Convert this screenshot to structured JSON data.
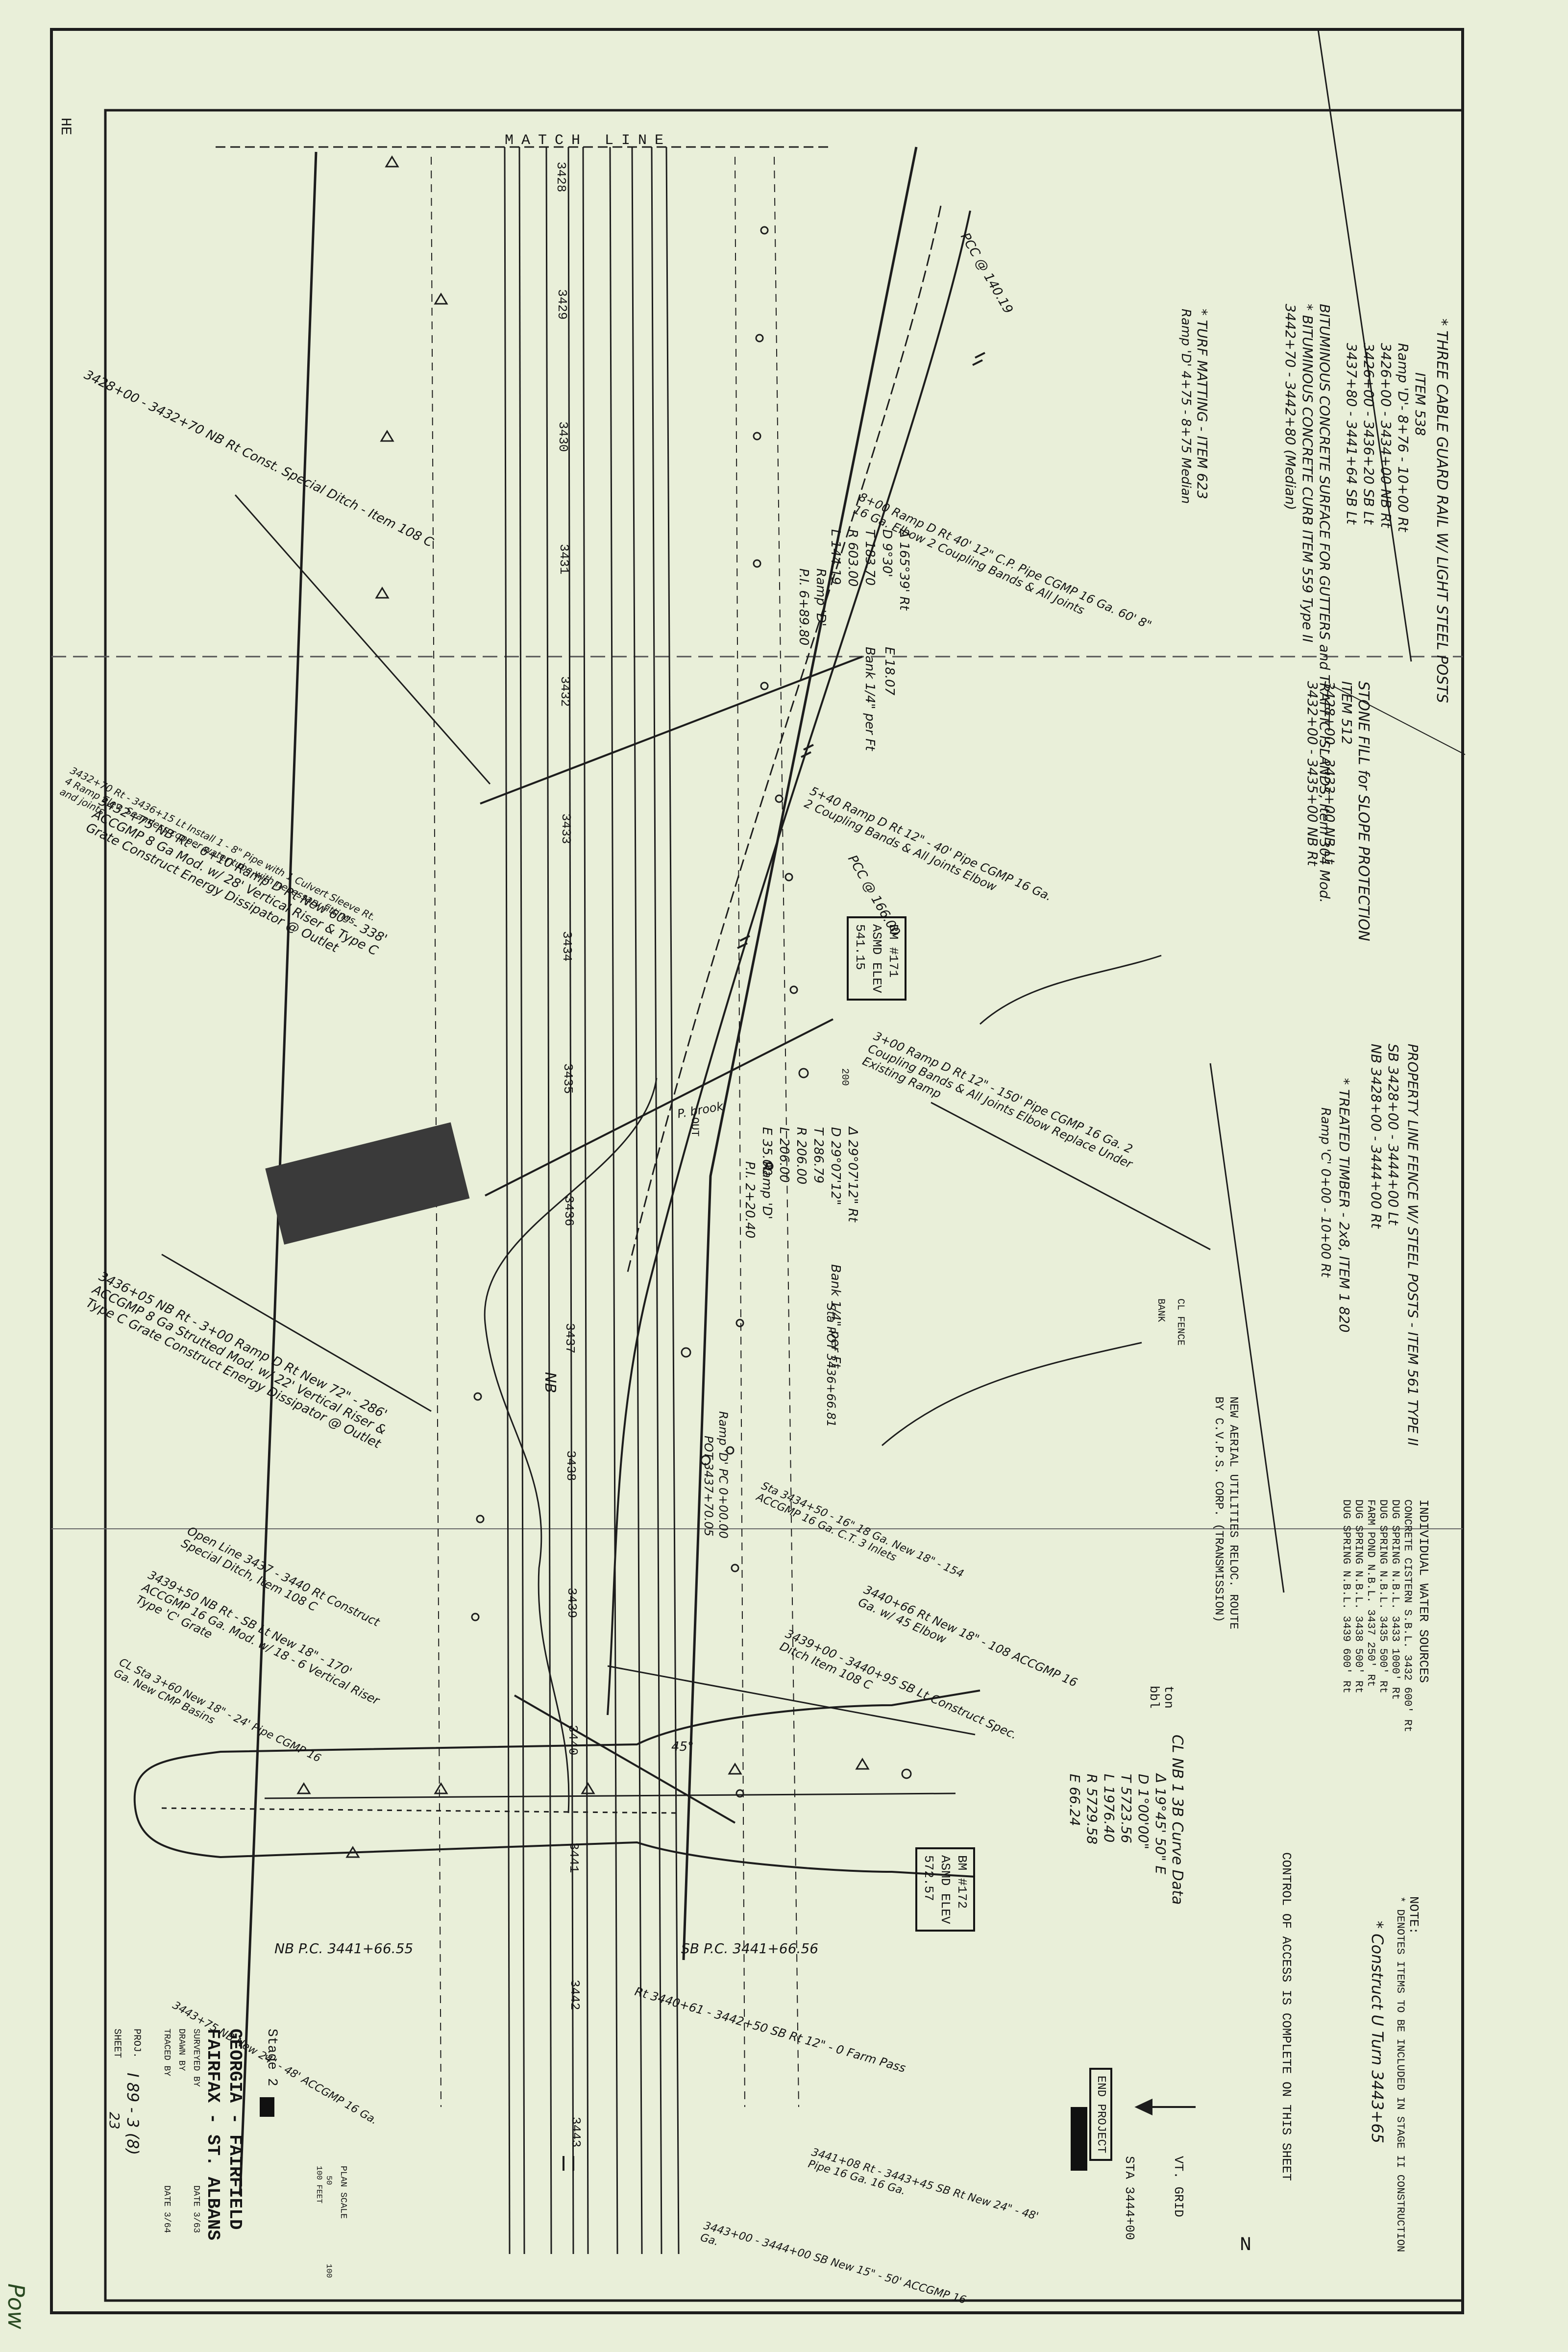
{
  "doc": {
    "match_line": "MATCH LINE",
    "notes_heading": "NOTE:",
    "notes_line": "* DENOTES ITEMS TO BE INCLUDED IN STAGE II CONSTRUCTION",
    "control_access": "CONTROL OF ACCESS IS COMPLETE ON THIS SHEET",
    "grid_label": "VT. GRID",
    "north_label": "N",
    "end_project": "END PROJECT",
    "end_station": "STA 3444+00",
    "u_turn": "* Construct U Turn 3443+65",
    "sheet_mark": "HE"
  },
  "stations": [
    "3428",
    "3429",
    "3430",
    "3431",
    "3432",
    "3433",
    "3434",
    "3435",
    "3436",
    "3437",
    "3438",
    "3439",
    "3440",
    "3441",
    "3442",
    "3443"
  ],
  "notes_blocks": [
    {
      "title": "* THREE CABLE GUARD RAIL W/ LIGHT STEEL POSTS",
      "lines": [
        "ITEM 538",
        "Ramp 'D'- 8+76 - 10+00 Rt",
        "3426+00 - 3434+00 NB Rt",
        "3426+00 - 3436+20 SB Lt",
        "3437+80 - 3441+64 SB Lt"
      ]
    },
    {
      "title": "BITUMINOUS CONCRETE SURFACE FOR GUTTERS and TRAFFIC ISLANDS, Item 304 Mod.",
      "lines": [
        "* BITUMINOUS CONCRETE CURB ITEM 559 Type II",
        "3442+70 - 3442+80 (Median)"
      ]
    },
    {
      "title": "* TURF MATTING - ITEM 623",
      "lines": [
        "Ramp 'D' 4+75 - 8+75 Median"
      ]
    },
    {
      "title": "STONE FILL for SLOPE PROTECTION",
      "lines": [
        "ITEM 512",
        "3428+00 - 3433+00 NB Lt",
        "3432+00 - 3435+00 NB Rt"
      ]
    },
    {
      "title": "PROPERTY LINE FENCE W/ STEEL POSTS - ITEM 561 TYPE II",
      "lines": [
        "SB 3428+00 - 3444+00 Lt",
        "NB 3428+00 - 3444+00 Rt"
      ]
    },
    {
      "title": "* TREATED TIMBER - 2x8, ITEM 1 820",
      "lines": [
        "Ramp 'C' 0+00 - 10+00 Rt"
      ]
    },
    {
      "title": "INDIVIDUAL WATER SOURCES",
      "lines": [
        "CONCRETE CISTERN S.B.L. 3432 600' Rt",
        "DUG SPRING N.B.L. 3433 1000' Rt",
        "DUG SPRING N.B.L. 3435 500' Rt",
        "FARM POND N.B.L. 3437 250' Rt",
        "DUG SPRING N.B.L. 3438 500' Rt",
        "DUG SPRING N.B.L. 3439 600' Rt"
      ]
    },
    {
      "title": "NEW AERIAL UTILITIES RELOC. ROUTE",
      "lines": [
        "BY C.V.P.S. CORP. (TRANSMISSION)"
      ]
    }
  ],
  "curve_data": {
    "title": "CL NB 1 3B Curve Data",
    "rows": [
      "Δ 19°45' 50\" E",
      "D 1°00'00\"",
      "T 5723.56",
      "L 1976.40",
      "R 5729.58",
      "E 66.24"
    ]
  },
  "ramp_curve_1": {
    "title": "Ramp 'D'",
    "rows": [
      "P.I. 6+89.80",
      "Δ 165°39' Rt",
      "D 9°30'",
      "T 183.70",
      "R 603.00",
      "L 144.19",
      "E 18.07",
      "Bank 1/4\" per Ft"
    ]
  },
  "ramp_curve_2": {
    "title": "Ramp 'D'",
    "rows": [
      "P.I. 2+20.40",
      "Δ 29°07'12\" Rt",
      "D 29°07'12\"",
      "T 286.79",
      "R 206.00",
      "L 206.00",
      "E 35.00",
      "Bank 1/4\" per Ft"
    ]
  },
  "benchmarks": [
    {
      "title": "BM #171",
      "elev": "ASMD ELEV",
      "value": "541.15"
    },
    {
      "title": "BM #172",
      "elev": "ASMD ELEV",
      "value": "572.57"
    }
  ],
  "callouts": [
    "3428+00 - 3432+70 NB Rt Const. Special Ditch - Item 108 C",
    "3432+70 Rt - 3436+15 Lt Install 1 - 8\" Pipe with 1 Culvert Sleeve Rt. 4 Ramp Elev. Seamless copper water tube with necessary fittings and joints",
    "3432+75 NB Rt - 6+10 Ramp D Rt New 60\" - 338' ACCGMP 8 Ga Mod. w/ 28' Vertical Riser & Type C Grate Construct Energy Dissipator @ Outlet",
    "3436+05 NB Rt - 3+00 Ramp D Rt New 72\" - 286' ACCGMP 8 Ga Strutted Mod. w/ 22' Vertical Riser & Type C Grate Construct Energy Dissipator @ Outlet",
    "Open Line 3437 - 3440 Rt Construct Special Ditch, Item 108 C",
    "3439+50 NB Rt - SB Lt New 18\" - 170' ACCGMP 16 Ga. Mod. w/ 18 - 6 Vertical Riser Type 'C' Grate",
    "CL Sta 3+60 New 18\" - 24' Pipe CGMP 16 Ga. New CMP Basins",
    "8+00 Ramp D Rt 40' 12\" C.P. Pipe CGMP 16 Ga. 60' 8\" 16 Ga. Elbow 2 Coupling Bands & All Joints",
    "5+40 Ramp D Rt 12\" - 40' Pipe CGMP 16 Ga. 2 Coupling Bands & All Joints Elbow",
    "3+00 Ramp D Rt 12\" - 150' Pipe CGMP 16 Ga. 2 Coupling Bands & All Joints Elbow Replace Under Existing Ramp",
    "Sta 3434+50 - 16\" 18 Ga. New 18\" - 154 ACCGMP 16 Ga. C.T. 3 Inlets",
    "3440+66 Rt New 18\" - 108 ACCGMP 16 Ga. w/ 45 Elbow",
    "3439+00 - 3440+95 SB Lt Construct Spec. Ditch Item 108 C",
    "Rt 3440+61 - 3442+50 SB Rt 12\" - 0 Farm Pass",
    "3441+08 Rt - 3443+45 SB Rt New 24\" - 48' Pipe 16 Ga. 16 Ga.",
    "3443+00 - 3444+00 SB New 15\" - 50' ACCGMP 16 Ga.",
    "3443+75 NB New 24\" - 48' ACCGMP 16 Ga."
  ],
  "stations_marks": [
    "PCC @ 140.19",
    "PCC @ 166.00",
    "Ramp 'D' PC 0+00.00",
    "POT 3437+70.05",
    "Sta POT 3436+66.81",
    "NB P.C. 3441+66.55",
    "SB P.C. 3441+66.56"
  ],
  "small_labels": [
    "NB",
    "P. brook",
    "45°",
    "OUT",
    "200",
    "ton",
    "bbl",
    "CL FENCE",
    "BANK"
  ],
  "title_block": {
    "stage": "Stage 2",
    "state": "GEORGIA - FAIRFIELD",
    "town": "FAIRFAX - ST. ALBANS",
    "surveyed": "SURVEYED BY",
    "drawn": "DRAWN BY",
    "traced": "TRACED BY",
    "proj_label": "PROJ.",
    "proj_no": "I 89 - 3 (8)",
    "sheet_label": "SHEET",
    "sheet_no": "23",
    "date_1": "DATE 3/63",
    "date_2": "DATE 3/64",
    "scale_title": "PLAN SCALE",
    "scale_values": [
      "50",
      "100 FEET",
      "100"
    ]
  },
  "margin_handwriting": "Pow"
}
